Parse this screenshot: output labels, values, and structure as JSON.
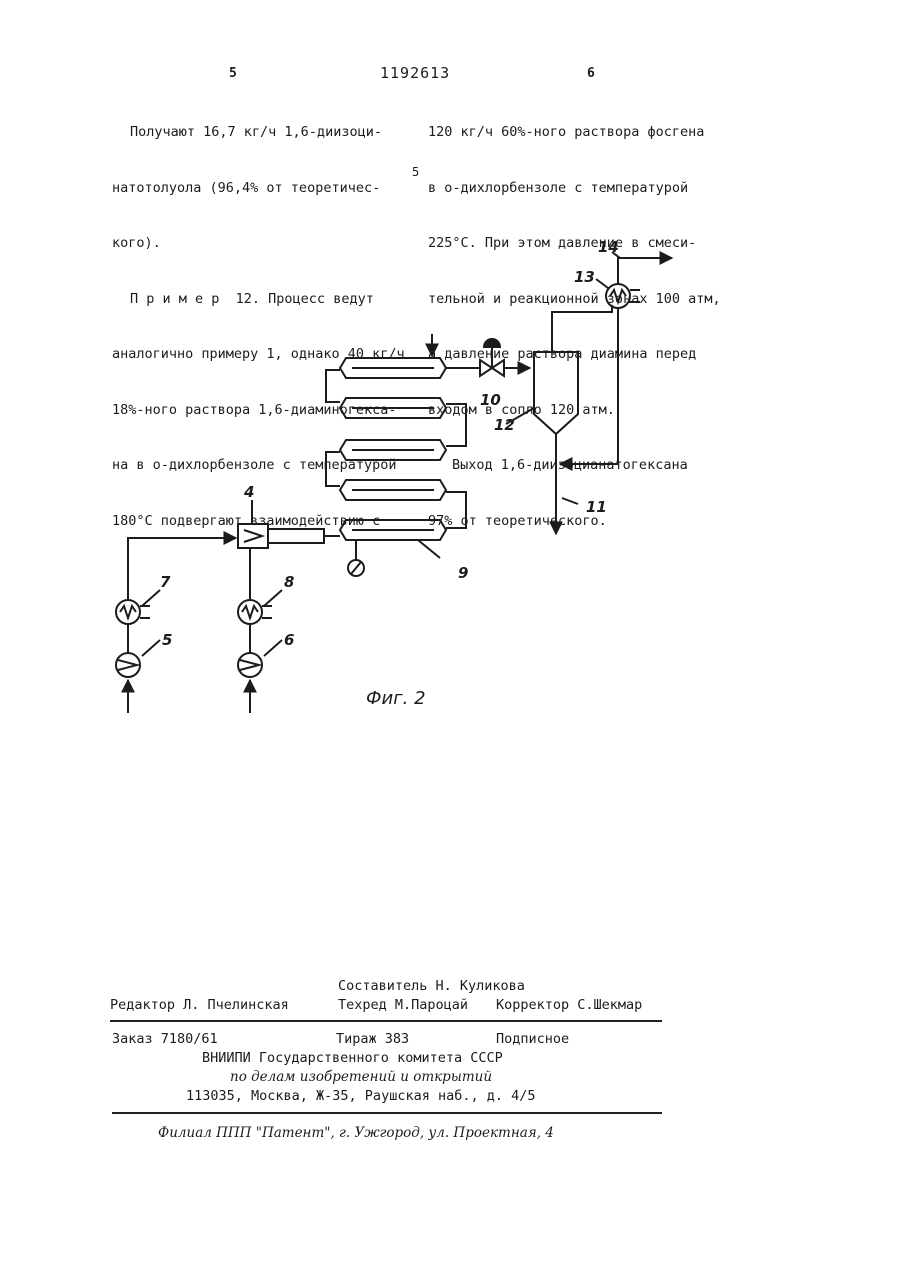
{
  "header": {
    "left_page_number": "5",
    "patent_number": "1192613",
    "right_page_number": "6"
  },
  "left_column": [
    "Получают 16,7 кг/ч 1,6-диизоци-",
    "натотолуола (96,4% от теоретичес-",
    "кого).",
    "П р и м е р  12. Процесс ведут",
    "аналогично примеру 1, однако 40 кг/ч",
    "18%-ного раствора 1,6-диаминогекса-",
    "на в о-дихлорбензоле с температурой",
    "180°С подвергают взаимодействию с"
  ],
  "right_column": [
    "120 кг/ч 60%-ного раствора фосгена",
    "в о-дихлорбензоле с температурой",
    "225°С. При этом давление в смеси-",
    "тельной и реакционной зонах 100 атм,",
    "а давление раствора диамина перед",
    "входом в сопло 120 атм.",
    "Выход 1,6-диизоцианатогексана",
    "97% от теоретического."
  ],
  "margin_line_number": "5",
  "figure": {
    "labels": {
      "l4": "4",
      "l5": "5",
      "l6": "6",
      "l7": "7",
      "l8": "8",
      "l9": "9",
      "l10": "10",
      "l11": "11",
      "l12": "12",
      "l13": "13",
      "l14": "14"
    },
    "caption": "Фиг. 2"
  },
  "footer": {
    "composer": "Составитель Н. Куликова",
    "editor": "Редактор Л. Пчелинская",
    "techred": "Техред М.Пароцай",
    "corrector": "Корректор С.Шекмар",
    "order": "Заказ 7180/61",
    "circulation": "Тираж 383",
    "subscription": "Подписное",
    "org_line1": "ВНИИПИ Государственного комитета СССР",
    "org_line2": "по делам изобретений и открытий",
    "address": "113035, Москва, Ж-35, Раушская наб., д. 4/5",
    "branch": "Филиал ППП \"Патент\", г. Ужгород, ул. Проектная, 4"
  }
}
